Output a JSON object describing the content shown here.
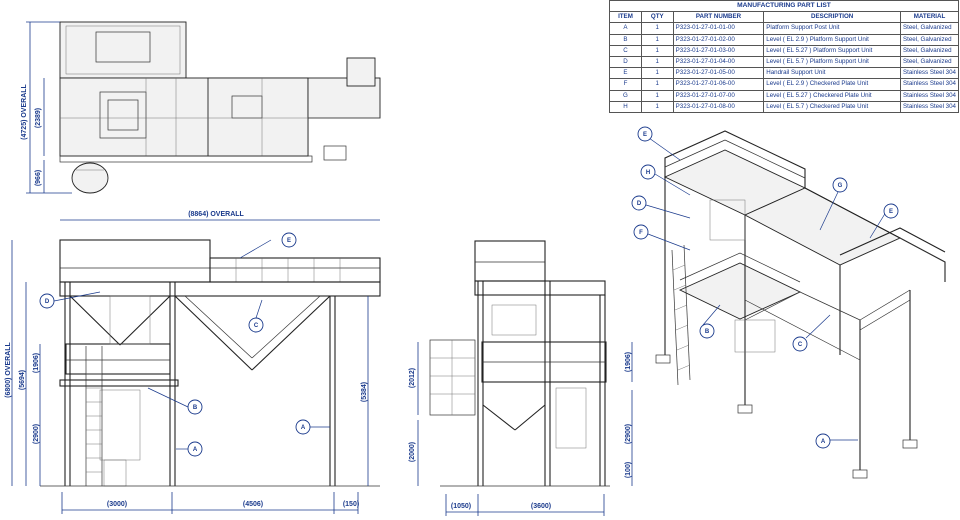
{
  "parts_list": {
    "title": "MANUFACTURING PART LIST",
    "columns": [
      "ITEM",
      "QTY",
      "PART NUMBER",
      "DESCRIPTION",
      "MATERIAL"
    ],
    "rows": [
      [
        "A",
        "1",
        "P323-01-27-01-01-00",
        "Platform Support Post Unit",
        "Steel, Galvanized"
      ],
      [
        "B",
        "1",
        "P323-01-27-01-02-00",
        "Level ( EL 2.9 ) Platform Support Unit",
        "Steel, Galvanized"
      ],
      [
        "C",
        "1",
        "P323-01-27-01-03-00",
        "Level ( EL 5.27 ) Platform Support Unit",
        "Steel, Galvanized"
      ],
      [
        "D",
        "1",
        "P323-01-27-01-04-00",
        "Level ( EL 5.7 ) Platform Support Unit",
        "Steel, Galvanized"
      ],
      [
        "E",
        "1",
        "P323-01-27-01-05-00",
        "Handrail Support Unit",
        "Stainless Steel 304"
      ],
      [
        "F",
        "1",
        "P323-01-27-01-06-00",
        "Level ( EL 2.9 ) Checkered Plate Unit",
        "Stainless Steel 304"
      ],
      [
        "G",
        "1",
        "P323-01-27-01-07-00",
        "Level ( EL 5.27 ) Checkered Plate Unit",
        "Stainless Steel 304"
      ],
      [
        "H",
        "1",
        "P323-01-27-01-08-00",
        "Level ( EL 5.7 ) Checkered Plate Unit",
        "Stainless Steel 304"
      ]
    ]
  },
  "plan_view": {
    "dims": {
      "overall_depth": "(4725) OVERALL",
      "upper": "(2389)",
      "lower": "(966)"
    }
  },
  "front_view": {
    "dims": {
      "overall_width": "(8864) OVERALL",
      "overall_height": "(6800) OVERALL",
      "h_5694": "(5694)",
      "h_5384": "(5384)",
      "h_1906": "(1906)",
      "h_2900": "(2900)",
      "w_3000": "(3000)",
      "w_4506": "(4506)",
      "w_150": "(150)"
    },
    "callouts": [
      "E",
      "D",
      "C",
      "B",
      "A",
      "A"
    ]
  },
  "side_view": {
    "dims": {
      "h_2012": "(2012)",
      "h_2000": "(2000)",
      "h_1906": "(1906)",
      "h_2900": "(2900)",
      "h_100": "(100)",
      "w_1050": "(1050)",
      "w_3600": "(3600)"
    }
  },
  "iso_view": {
    "callouts": [
      "E",
      "H",
      "D",
      "F",
      "G",
      "E",
      "B",
      "C",
      "A"
    ]
  }
}
